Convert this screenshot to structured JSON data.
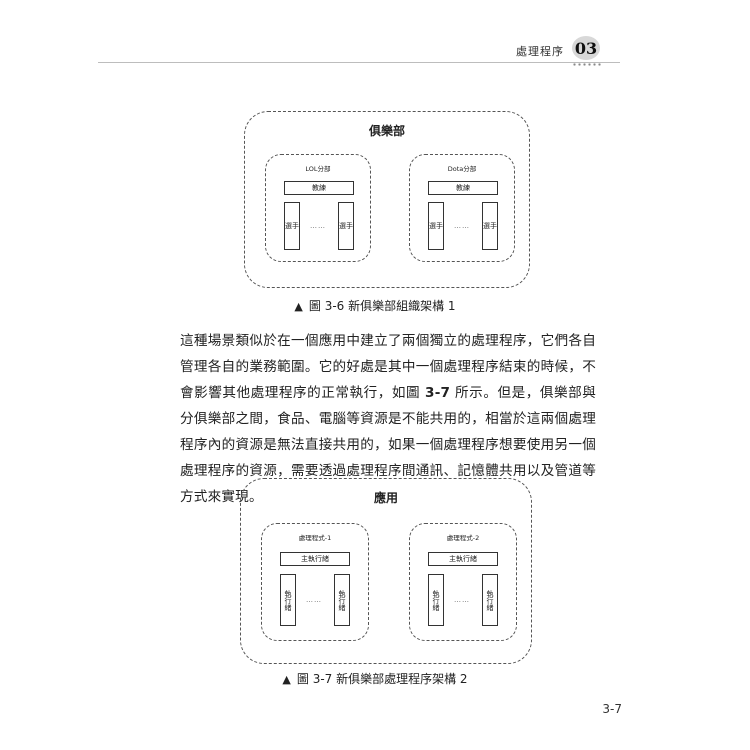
{
  "header": {
    "chapter_title": "處理程序",
    "chapter_number": "03"
  },
  "figure1": {
    "outer_title": "俱樂部",
    "left_group": {
      "title": "LOL分部",
      "top_box": "教練",
      "left_box": "選手",
      "right_box": "選手",
      "ellipsis": "……"
    },
    "right_group": {
      "title": "Dota分部",
      "top_box": "教練",
      "left_box": "選手",
      "right_box": "選手",
      "ellipsis": "……"
    },
    "caption_marker": "▲",
    "caption": "圖 3-6  新俱樂部組織架構 1"
  },
  "paragraph": {
    "part1": "這種場景類似於在一個應用中建立了兩個獨立的處理程序，它們各自管理各自的業務範圍。它的好處是其中一個處理程序結束的時候，不會影響其他處理程序的正常執行，如圖 ",
    "ref": "3-7",
    "part2": " 所示。但是，俱樂部與分俱樂部之間，食品、電腦等資源是不能共用的，相當於這兩個處理程序內的資源是無法直接共用的，如果一個處理程序想要使用另一個處理程序的資源，需要透過處理程序間通訊、記憶體共用以及管道等方式來實現。"
  },
  "figure2": {
    "outer_title": "應用",
    "left_group": {
      "title": "處理程式-1",
      "top_box": "主執行緒",
      "left_box": "執行緒",
      "right_box": "執行緒",
      "ellipsis": "……"
    },
    "right_group": {
      "title": "處理程式-2",
      "top_box": "主執行緒",
      "left_box": "執行緒",
      "right_box": "執行緒",
      "ellipsis": "……"
    },
    "caption_marker": "▲",
    "caption": "圖 3-7  新俱樂部處理程序架構 2"
  },
  "page_number": "3-7"
}
